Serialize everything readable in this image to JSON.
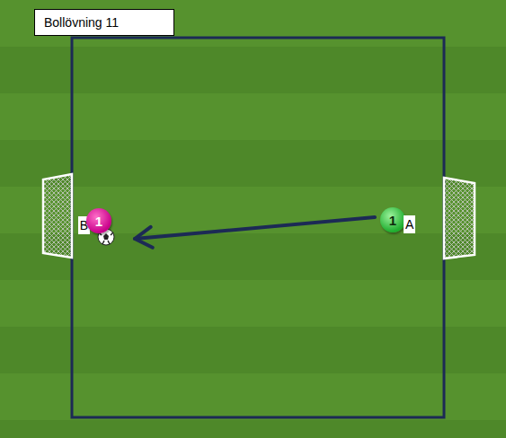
{
  "diagram": {
    "title": "Bollövning 11",
    "nodes": [
      {
        "text": [
          "1",
          "B"
        ]
      },
      {
        "text": [
          "1",
          "A"
        ]
      }
    ],
    "edges": [
      {
        "from": 1,
        "to": 0,
        "arrow": "to"
      }
    ]
  }
}
